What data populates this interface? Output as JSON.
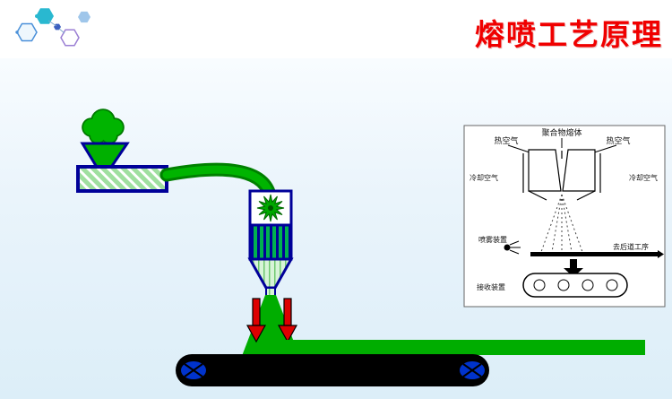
{
  "slide": {
    "title": "熔喷工艺原理"
  },
  "colors": {
    "title_red": "#f00000",
    "machine_green": "#00b000",
    "machine_navy": "#000099",
    "hot_air_arrow_red": "#dd0000",
    "belt_black": "#000000",
    "roller_blue": "#0033cc",
    "background_blue": "#dceef8"
  },
  "inset": {
    "labels": {
      "hot_air_left": "热空气",
      "polymer_melt": "聚合物熔体",
      "hot_air_right": "热空气",
      "cooling_air_left": "冷却空气",
      "cooling_air_right": "冷却空气",
      "spray_device": "喷雾装置",
      "to_next_process": "去后道工序",
      "receiver": "接收装置"
    }
  }
}
